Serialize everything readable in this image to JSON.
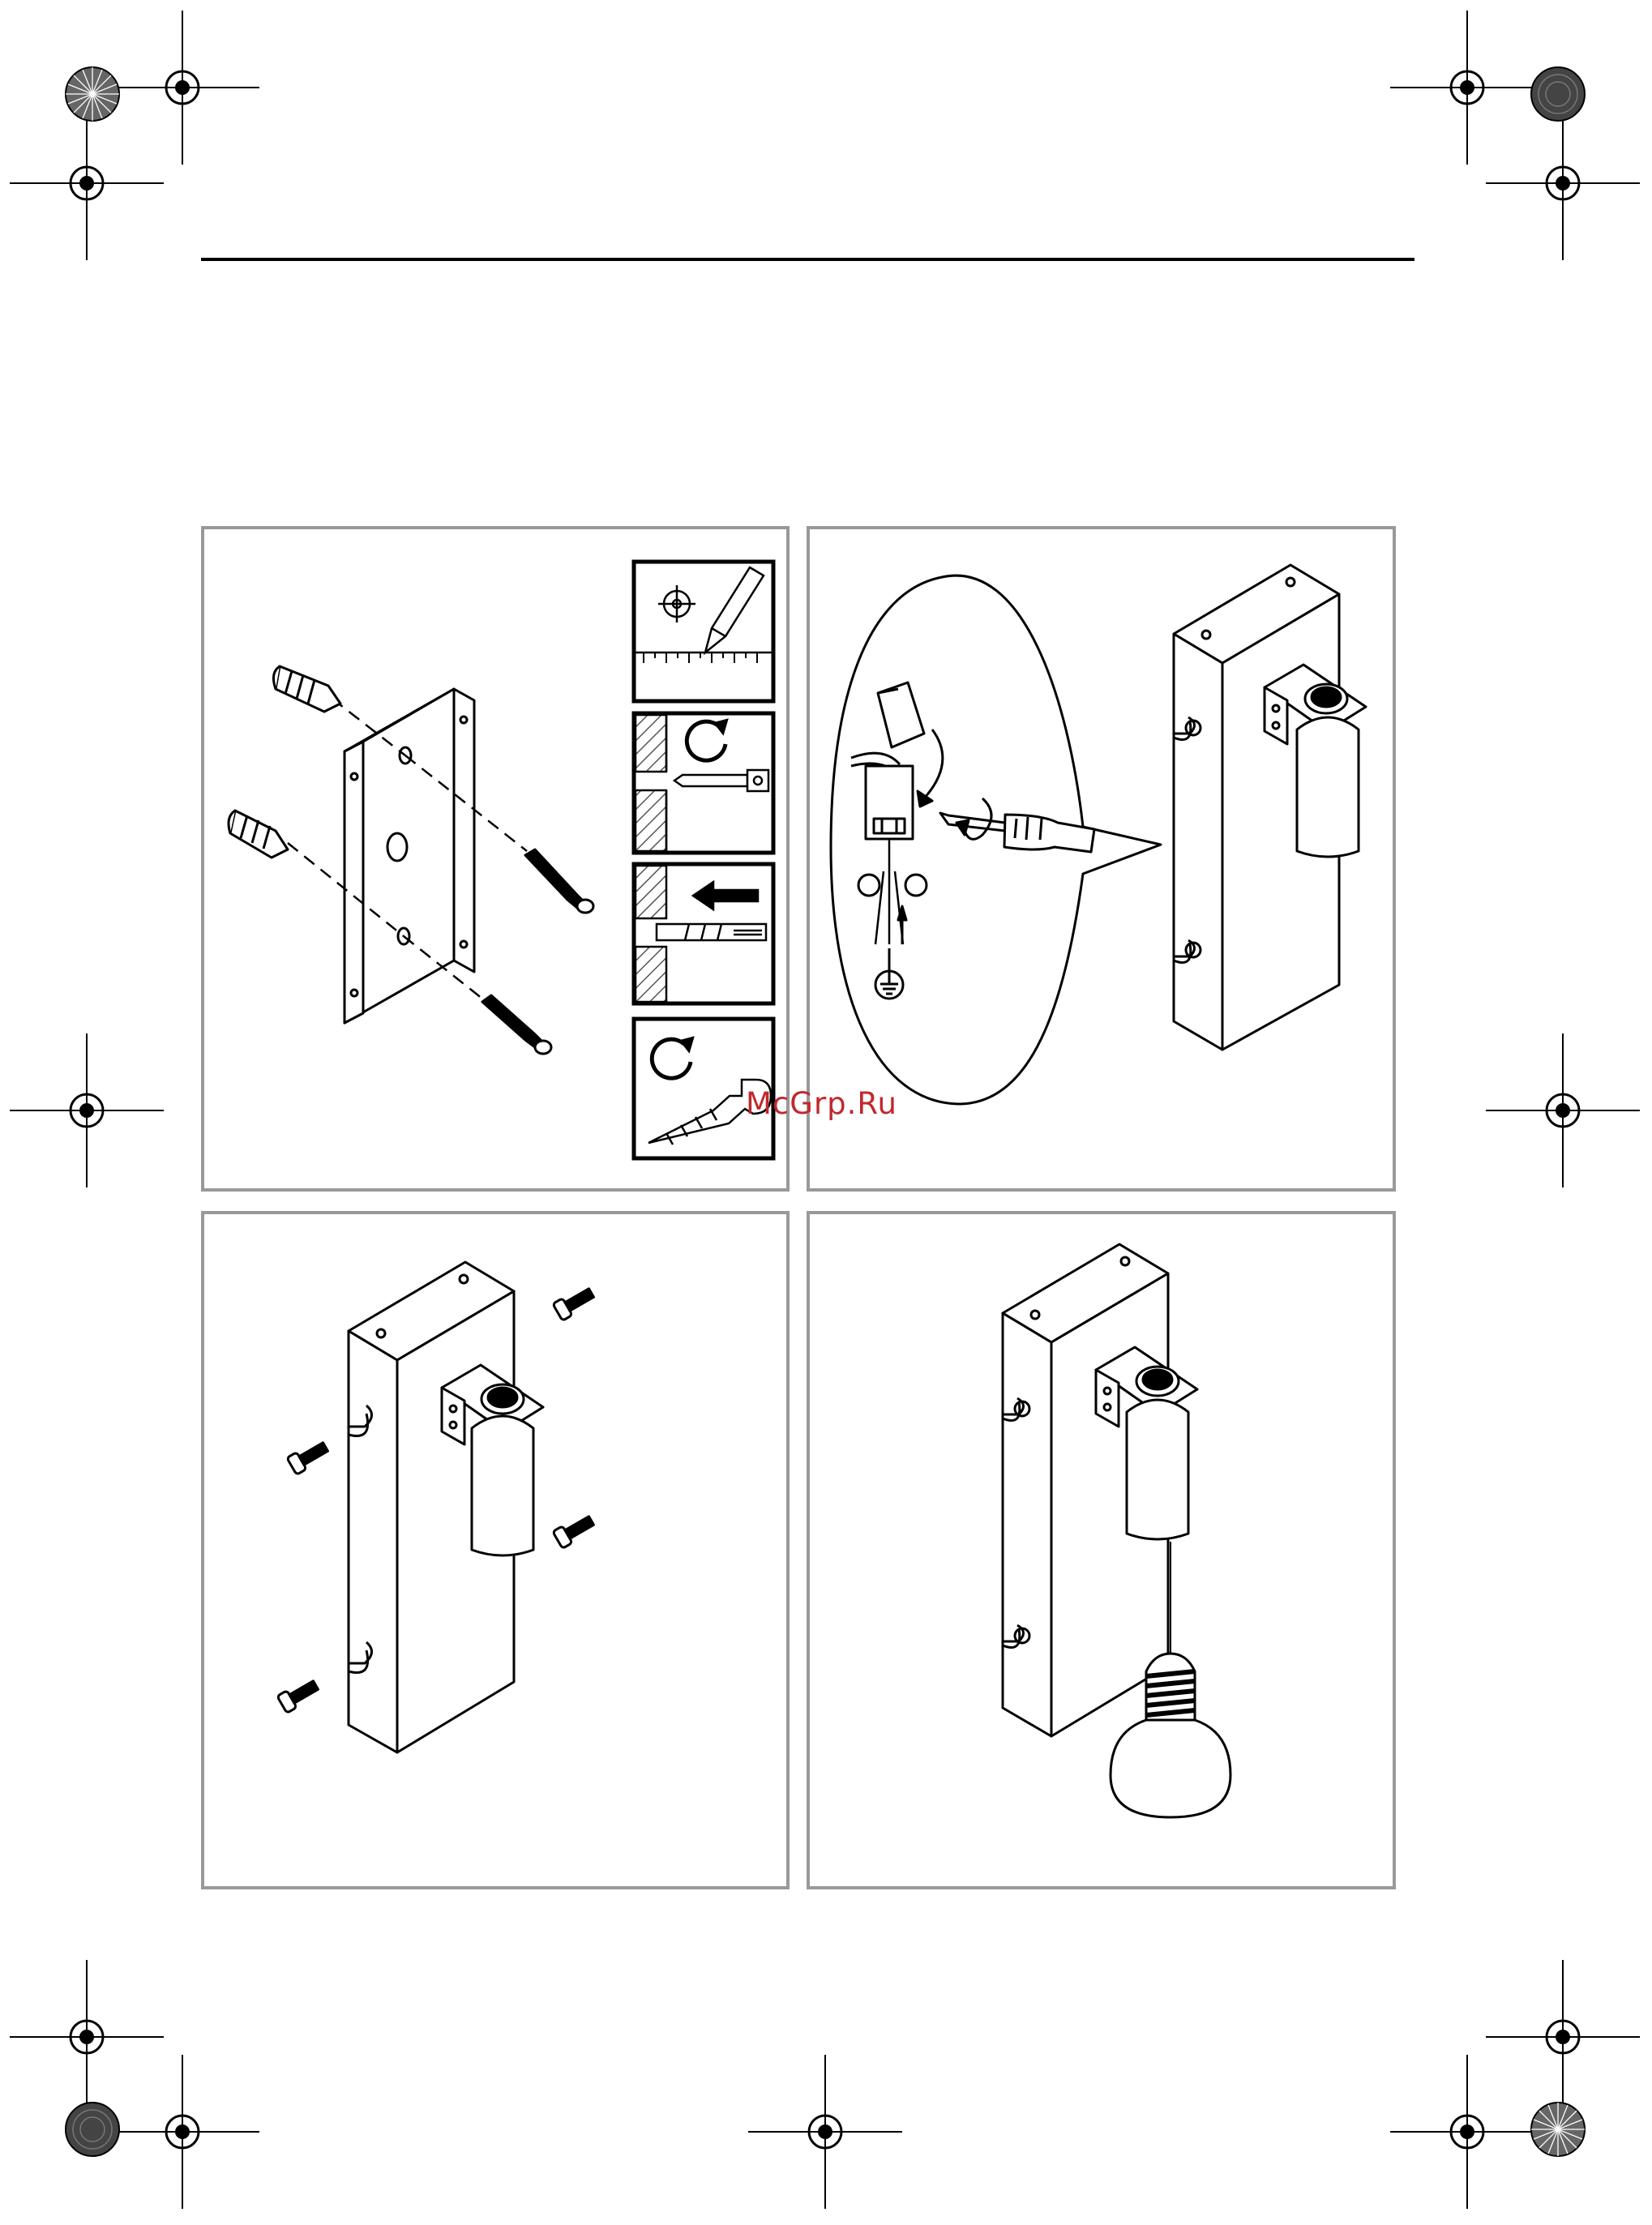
{
  "page": {
    "watermark": "McGrp.Ru",
    "colors": {
      "line": "#000000",
      "panel_border": "#999999",
      "watermark": "#c0282d",
      "hatch": "#555555"
    }
  },
  "figures": [
    {
      "id": "fig-1",
      "content": "bracket-mounting",
      "icons": [
        "mark-pencil-icon",
        "drill-icon",
        "dowel-insert-icon",
        "screw-icon"
      ]
    },
    {
      "id": "fig-2",
      "content": "wiring",
      "icons": [
        "wire-connector-icon",
        "screwdriver-icon",
        "ground-symbol-icon"
      ]
    },
    {
      "id": "fig-3",
      "content": "housing-fixing",
      "icons": [
        "screw-icon"
      ]
    },
    {
      "id": "fig-4",
      "content": "bulb-installation",
      "icons": [
        "bulb-icon"
      ]
    }
  ]
}
